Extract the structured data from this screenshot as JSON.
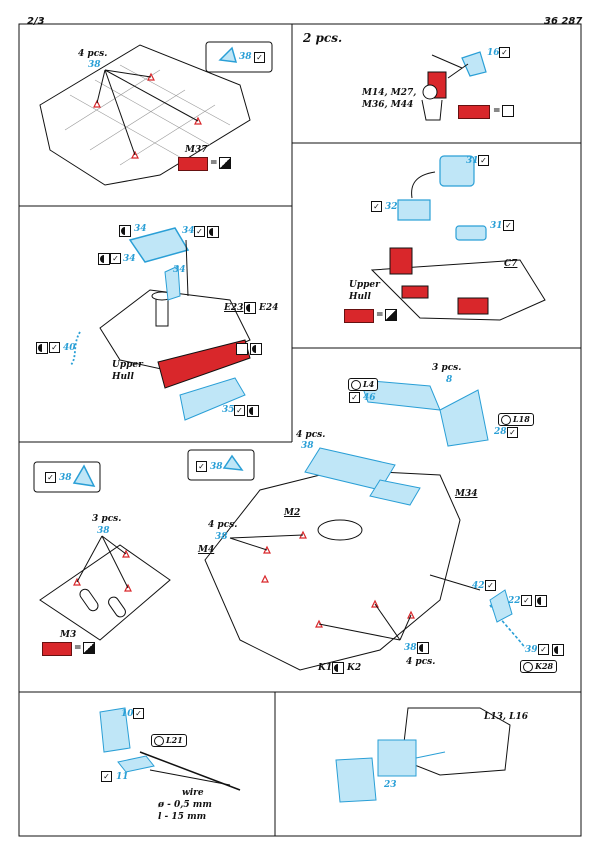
{
  "header": {
    "page": "2/3",
    "code": "36 287"
  },
  "parts": {
    "p38": "38",
    "p16": "16",
    "p31": "31",
    "p32": "32",
    "p34": "34",
    "p40": "40",
    "p35": "35",
    "p8": "8",
    "p46": "46",
    "p28": "28",
    "p42": "42",
    "p22": "22",
    "p39": "39",
    "p10": "10",
    "p11": "11",
    "p23": "23"
  },
  "labels": {
    "four_pcs": "4 pcs.",
    "three_pcs": "3 pcs.",
    "two_pcs": "2 pcs.",
    "m37": "M37",
    "m14_line1": "M14, M27,",
    "m14_line2": "M36, M44",
    "c7": "C7",
    "upper": "Upper",
    "hull": "Hull",
    "e23": "E23",
    "e24": "E24",
    "l4": "L4",
    "l18": "L18",
    "m2": "M2",
    "m4": "M4",
    "m34": "M34",
    "m3": "M3",
    "k1": "K1",
    "k2": "K2",
    "k28": "K28",
    "l21": "L21",
    "l13": "L13, L16",
    "wire": "wire",
    "wire_d": "ø - 0,5 mm",
    "wire_l": "l - 15 mm",
    "check": "✓",
    "eq": "="
  },
  "colors": {
    "red": "#d9272b",
    "blue": "#2a9fd6"
  }
}
